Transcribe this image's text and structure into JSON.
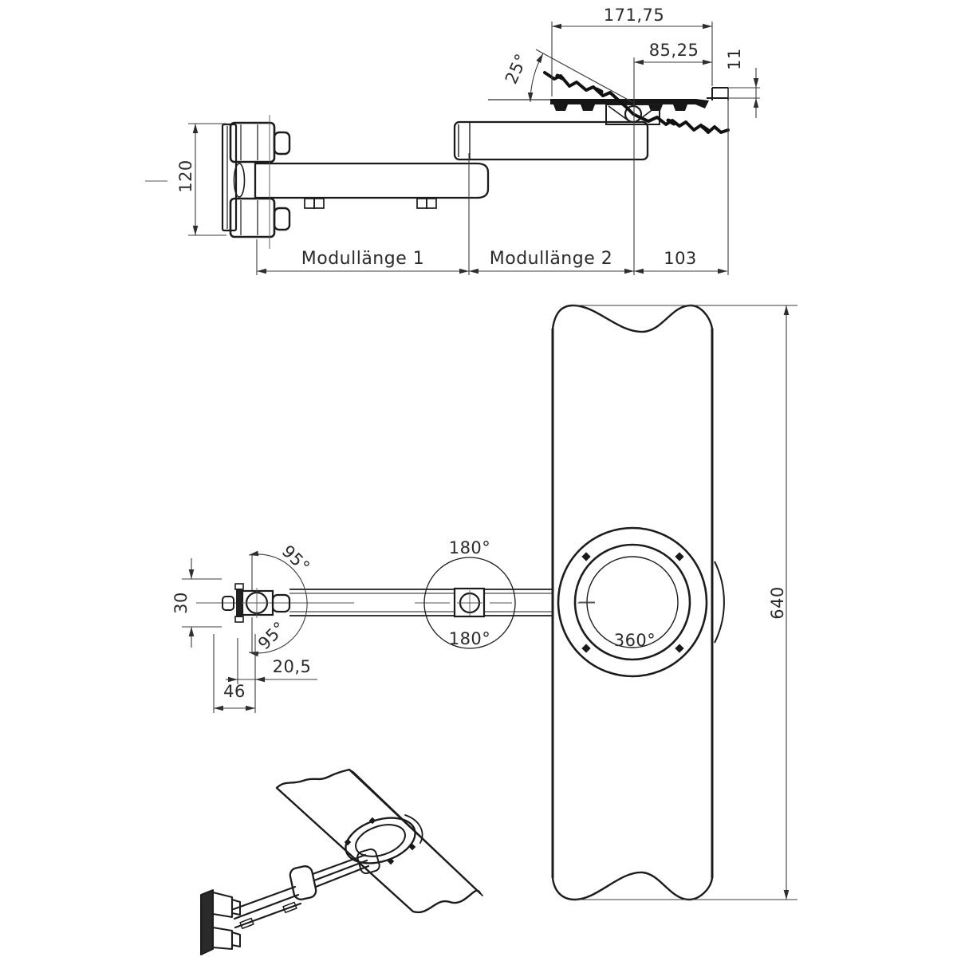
{
  "side_view": {
    "total_width": "171,75",
    "half_width": "85,25",
    "step_height": "11",
    "tilt_angle": "25°",
    "mount_height": "120",
    "module1": "Modullänge 1",
    "module2": "Modullänge 2",
    "arm_end_offset": "103"
  },
  "plan_view": {
    "swivel_upper": "95°",
    "swivel_lower": "95°",
    "elbow_upper": "180°",
    "elbow_lower": "180°",
    "plate_rotation": "360°",
    "mount_width": "30",
    "pivot_offset": "20,5",
    "mount_depth": "46",
    "plate_length": "640"
  },
  "colors": {
    "background": "#ffffff",
    "object_line": "#1c1c1c",
    "dimension_line": "#3d3d3d",
    "text": "#2b2b2b"
  }
}
